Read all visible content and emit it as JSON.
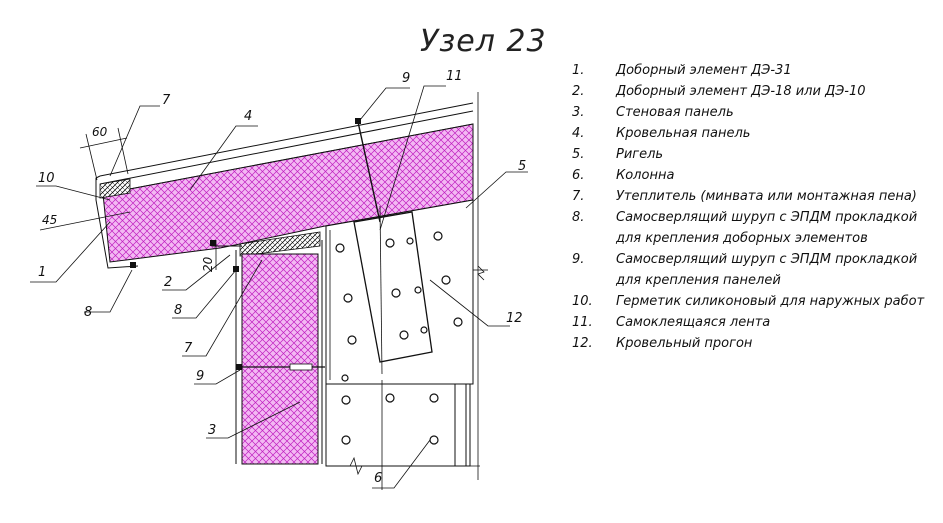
{
  "title": "Узел 23",
  "callouts": {
    "c1": "1",
    "c2": "2",
    "c3": "3",
    "c4": "4",
    "c5": "5",
    "c6": "6",
    "c7a": "7",
    "c7b": "7",
    "c8a": "8",
    "c8b": "8",
    "c9a": "9",
    "c9b": "9",
    "c10": "10",
    "c11": "11",
    "c12": "12"
  },
  "dimensions": {
    "d60": "60",
    "d45": "45",
    "d20": "20"
  },
  "legend": [
    {
      "num": "1.",
      "text": "Доборный элемент ДЭ-31"
    },
    {
      "num": "2.",
      "text": "Доборный элемент ДЭ-18 или ДЭ-10"
    },
    {
      "num": "3.",
      "text": "Стеновая панель"
    },
    {
      "num": "4.",
      "text": "Кровельная панель"
    },
    {
      "num": "5.",
      "text": "Ригель"
    },
    {
      "num": "6.",
      "text": "Колонна"
    },
    {
      "num": "7.",
      "text": "Утеплитель (минвата или монтажная пена)"
    },
    {
      "num": "8.",
      "text": "Самосверлящий шуруп с ЭПДМ прокладкой для крепления доборных элементов"
    },
    {
      "num": "9.",
      "text": "Самосверлящий шуруп с ЭПДМ прокладкой для крепления панелей"
    },
    {
      "num": "10.",
      "text": "Герметик силиконовый для наружных работ"
    },
    {
      "num": "11.",
      "text": "Самоклеящаяся лента"
    },
    {
      "num": "12.",
      "text": "Кровельный прогон"
    }
  ],
  "colors": {
    "insulation": "#e040e0",
    "hatch": "#c020c0",
    "line": "#111111"
  }
}
